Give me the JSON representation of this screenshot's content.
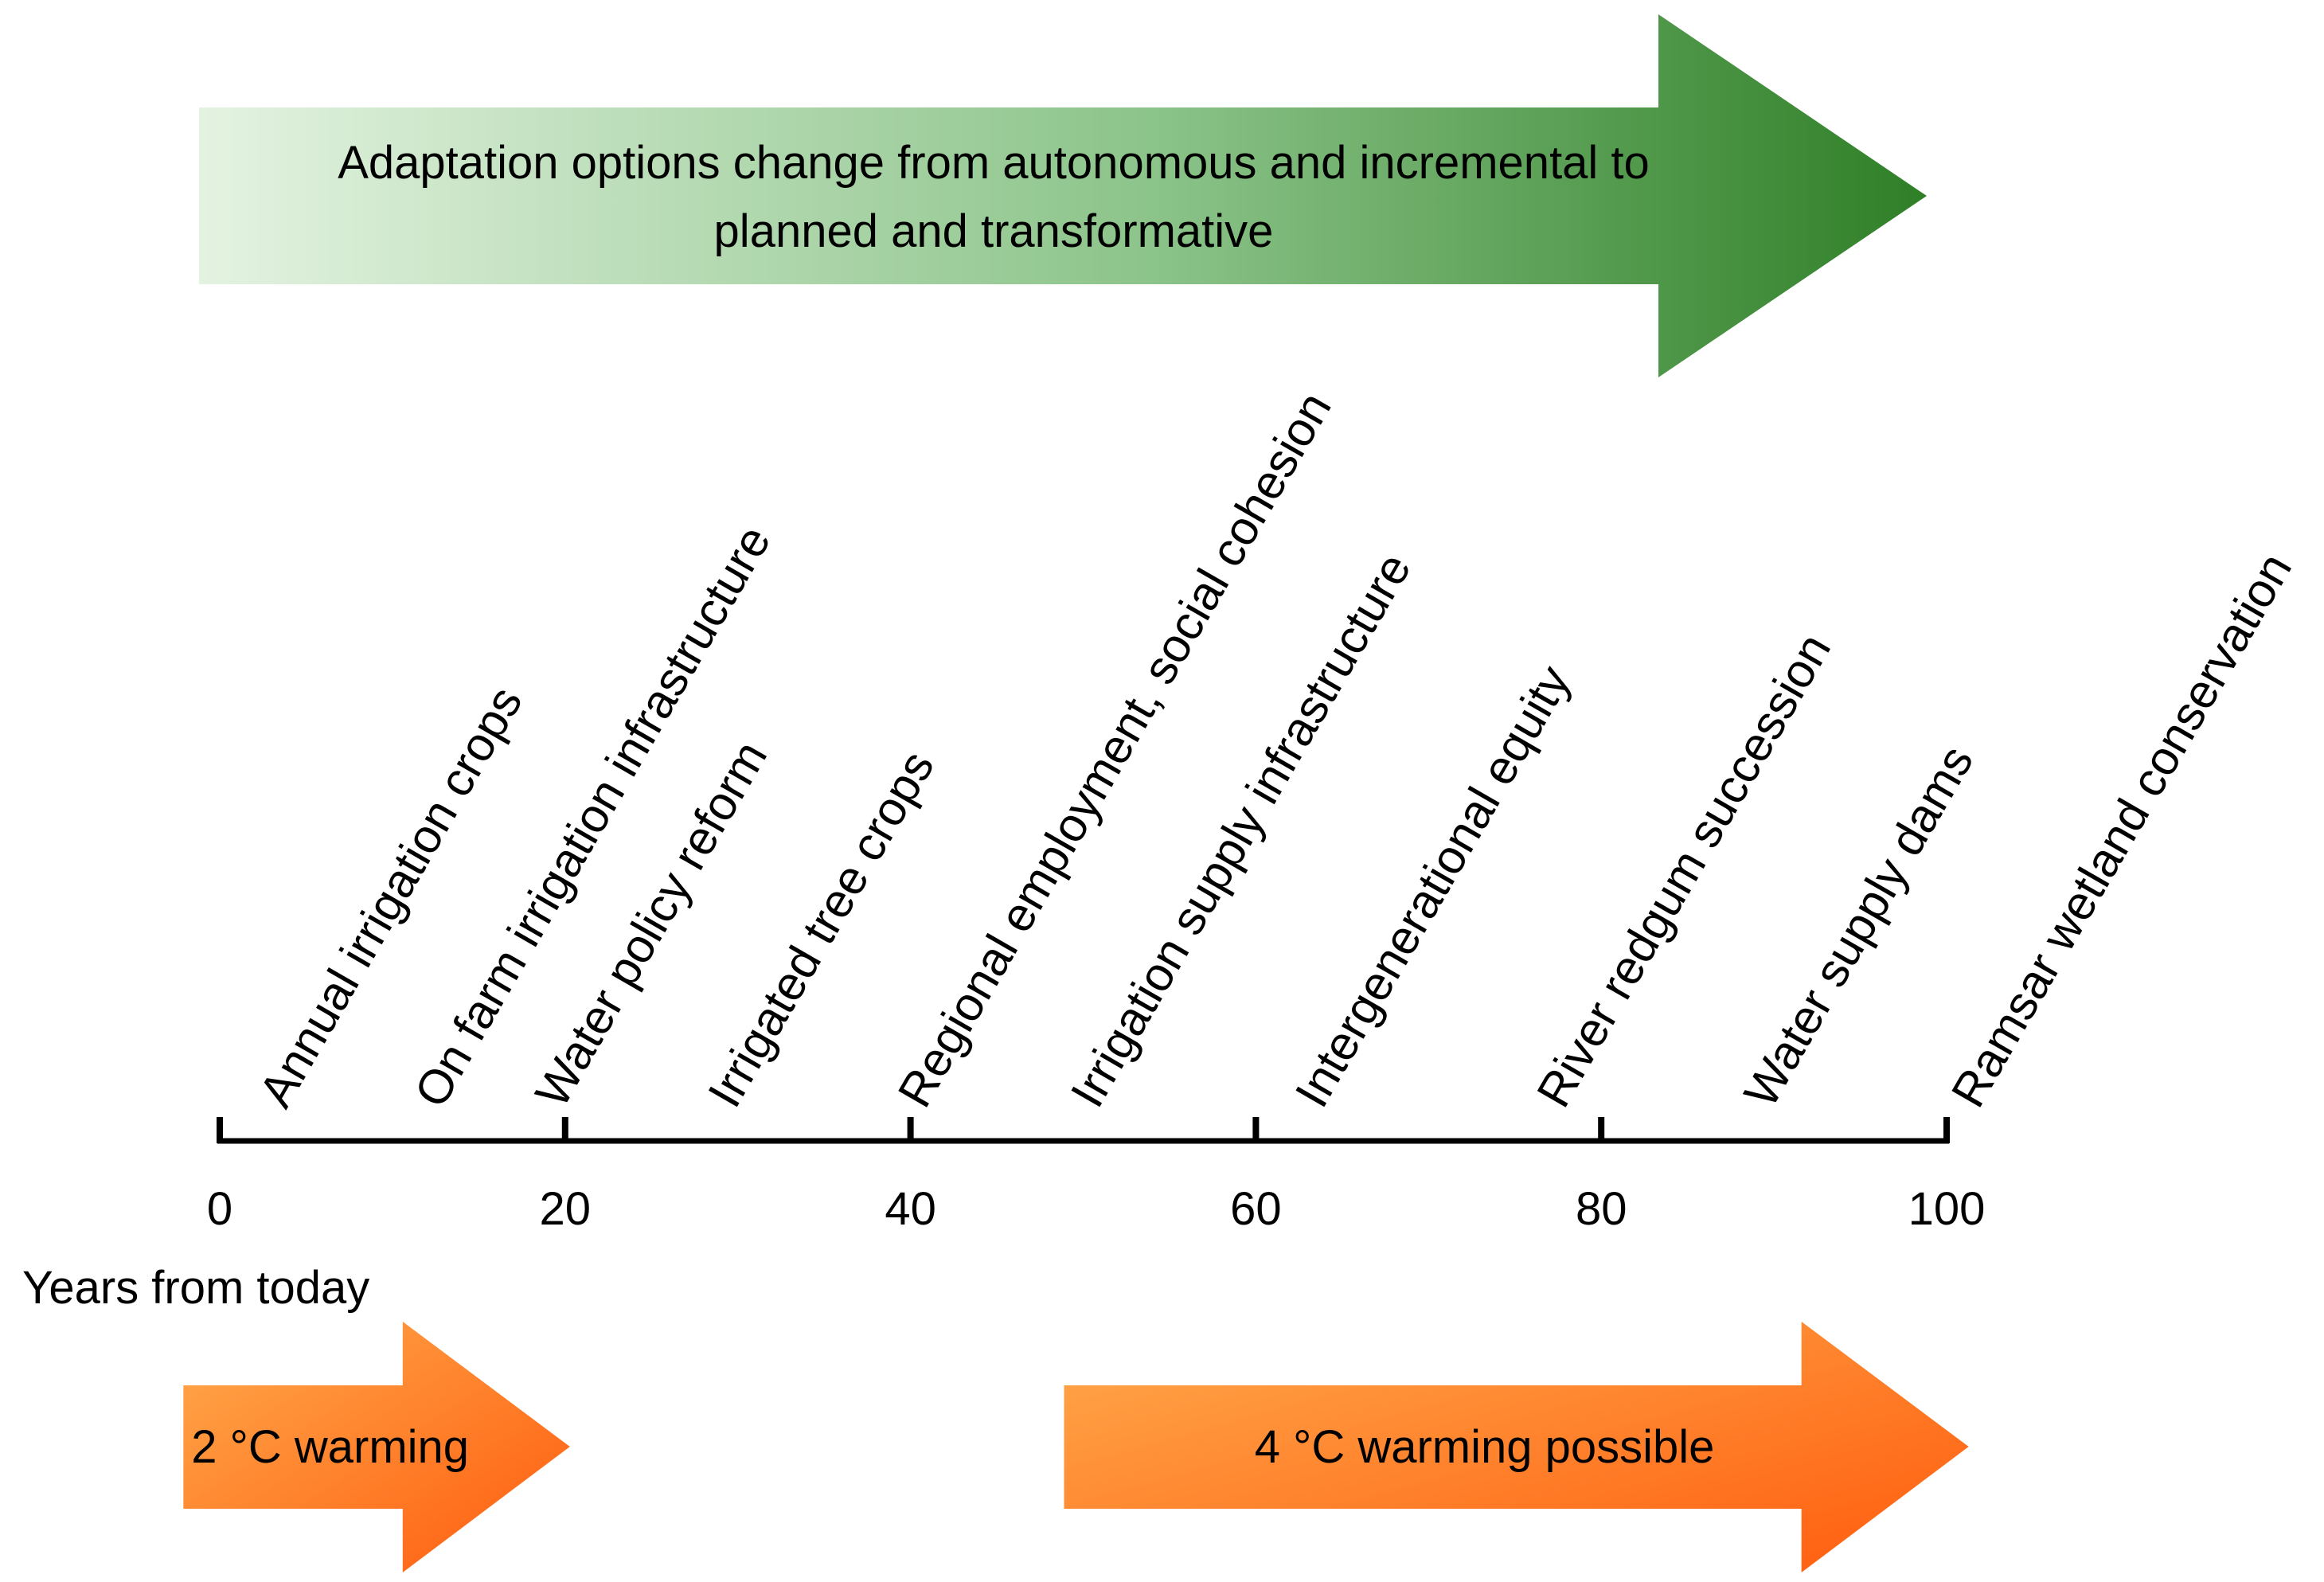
{
  "colors": {
    "green_light": "#e4f3e1",
    "green_mid": "#8cc48a",
    "green_dark": "#2f7f27",
    "orange_light": "#ffaa4c",
    "orange_dark": "#ff5b0d",
    "axis": "#000000"
  },
  "top_banner": {
    "line1": "Adaptation options change from autonomous and incremental to",
    "line2": "planned and transformative"
  },
  "timeline": {
    "axis_title": "Years from today",
    "min": 0,
    "max": 100,
    "ticks": [
      {
        "value": 0,
        "label": "0"
      },
      {
        "value": 20,
        "label": "20"
      },
      {
        "value": 40,
        "label": "40"
      },
      {
        "value": 60,
        "label": "60"
      },
      {
        "value": 80,
        "label": "80"
      },
      {
        "value": 100,
        "label": "100"
      }
    ]
  },
  "options": [
    {
      "label": "Annual irrigation crops",
      "year": 3
    },
    {
      "label": "On farm irrigation infrastructure",
      "year": 12
    },
    {
      "label": "Water policy reform",
      "year": 19
    },
    {
      "label": "Irrigated tree crops",
      "year": 29
    },
    {
      "label": "Regional employment, social cohesion",
      "year": 40
    },
    {
      "label": "Irrigation supply infrastructure",
      "year": 50
    },
    {
      "label": "Intergenerational equity",
      "year": 63
    },
    {
      "label": "River redgum succession",
      "year": 77
    },
    {
      "label": "Water supply dams",
      "year": 89
    },
    {
      "label": "Ramsar wetland conservation",
      "year": 101
    }
  ],
  "warming": [
    {
      "label": "2 °C warming",
      "from_year": -1,
      "to_year": 20
    },
    {
      "label": "4 °C warming possible",
      "from_year": 50,
      "to_year": 101
    }
  ]
}
